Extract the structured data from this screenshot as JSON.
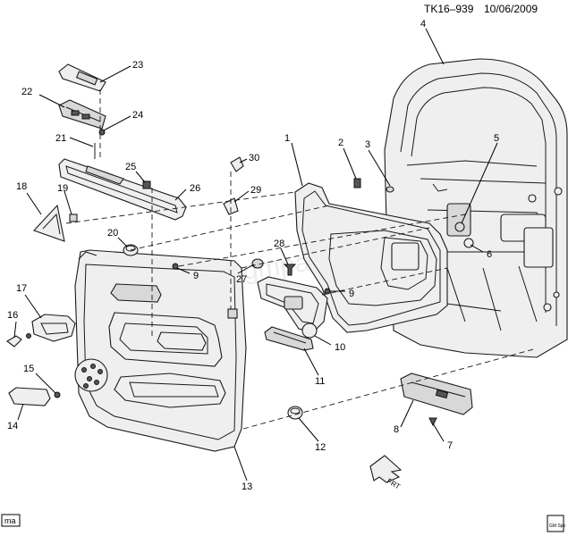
{
  "header": {
    "code": "TK16–939",
    "date": "10/06/2009"
  },
  "footer": {
    "tag": "ma",
    "logo_text": "GM Spo"
  },
  "watermark": "www.gmpartsdirect.com",
  "callouts": [
    {
      "id": "1",
      "label": "1"
    },
    {
      "id": "2",
      "label": "2"
    },
    {
      "id": "3",
      "label": "3"
    },
    {
      "id": "4",
      "label": "4"
    },
    {
      "id": "5",
      "label": "5"
    },
    {
      "id": "6",
      "label": "6"
    },
    {
      "id": "7",
      "label": "7"
    },
    {
      "id": "8",
      "label": "8"
    },
    {
      "id": "9a",
      "label": "9"
    },
    {
      "id": "9b",
      "label": "9"
    },
    {
      "id": "10",
      "label": "10"
    },
    {
      "id": "11",
      "label": "11"
    },
    {
      "id": "12",
      "label": "12"
    },
    {
      "id": "13",
      "label": "13"
    },
    {
      "id": "14",
      "label": "14"
    },
    {
      "id": "15",
      "label": "15"
    },
    {
      "id": "16",
      "label": "16"
    },
    {
      "id": "17",
      "label": "17"
    },
    {
      "id": "18",
      "label": "18"
    },
    {
      "id": "19",
      "label": "19"
    },
    {
      "id": "20",
      "label": "20"
    },
    {
      "id": "21",
      "label": "21"
    },
    {
      "id": "22",
      "label": "22"
    },
    {
      "id": "23",
      "label": "23"
    },
    {
      "id": "24",
      "label": "24"
    },
    {
      "id": "25",
      "label": "25"
    },
    {
      "id": "26",
      "label": "26"
    },
    {
      "id": "27",
      "label": "27"
    },
    {
      "id": "28",
      "label": "28"
    },
    {
      "id": "29",
      "label": "29"
    },
    {
      "id": "30",
      "label": "30"
    }
  ],
  "frt_label": "FRT"
}
